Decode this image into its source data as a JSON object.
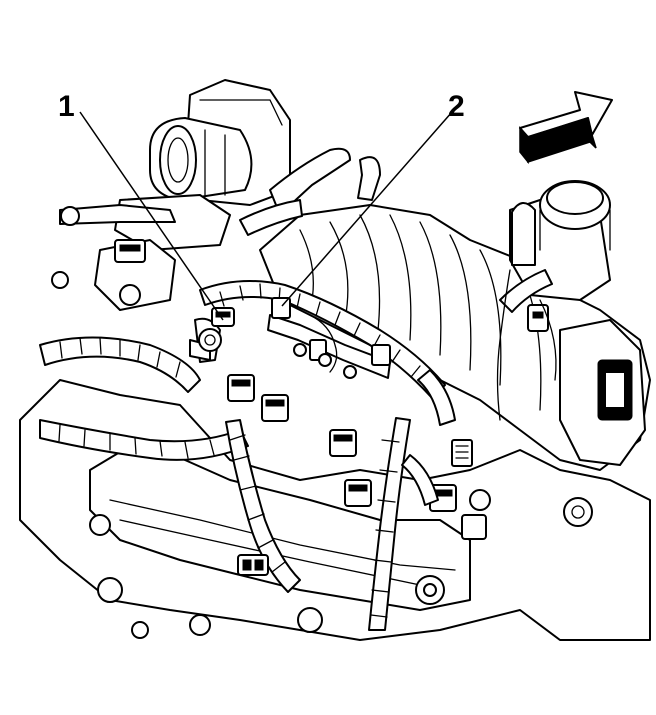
{
  "figure": {
    "callouts": [
      {
        "id": "callout-1",
        "label": "1"
      },
      {
        "id": "callout-2",
        "label": "2"
      }
    ],
    "direction_arrow_icon": "forward-direction-arrow-icon"
  },
  "colors": {
    "ink": "#000000",
    "paper": "#ffffff",
    "shade": "#9a9a9a"
  }
}
